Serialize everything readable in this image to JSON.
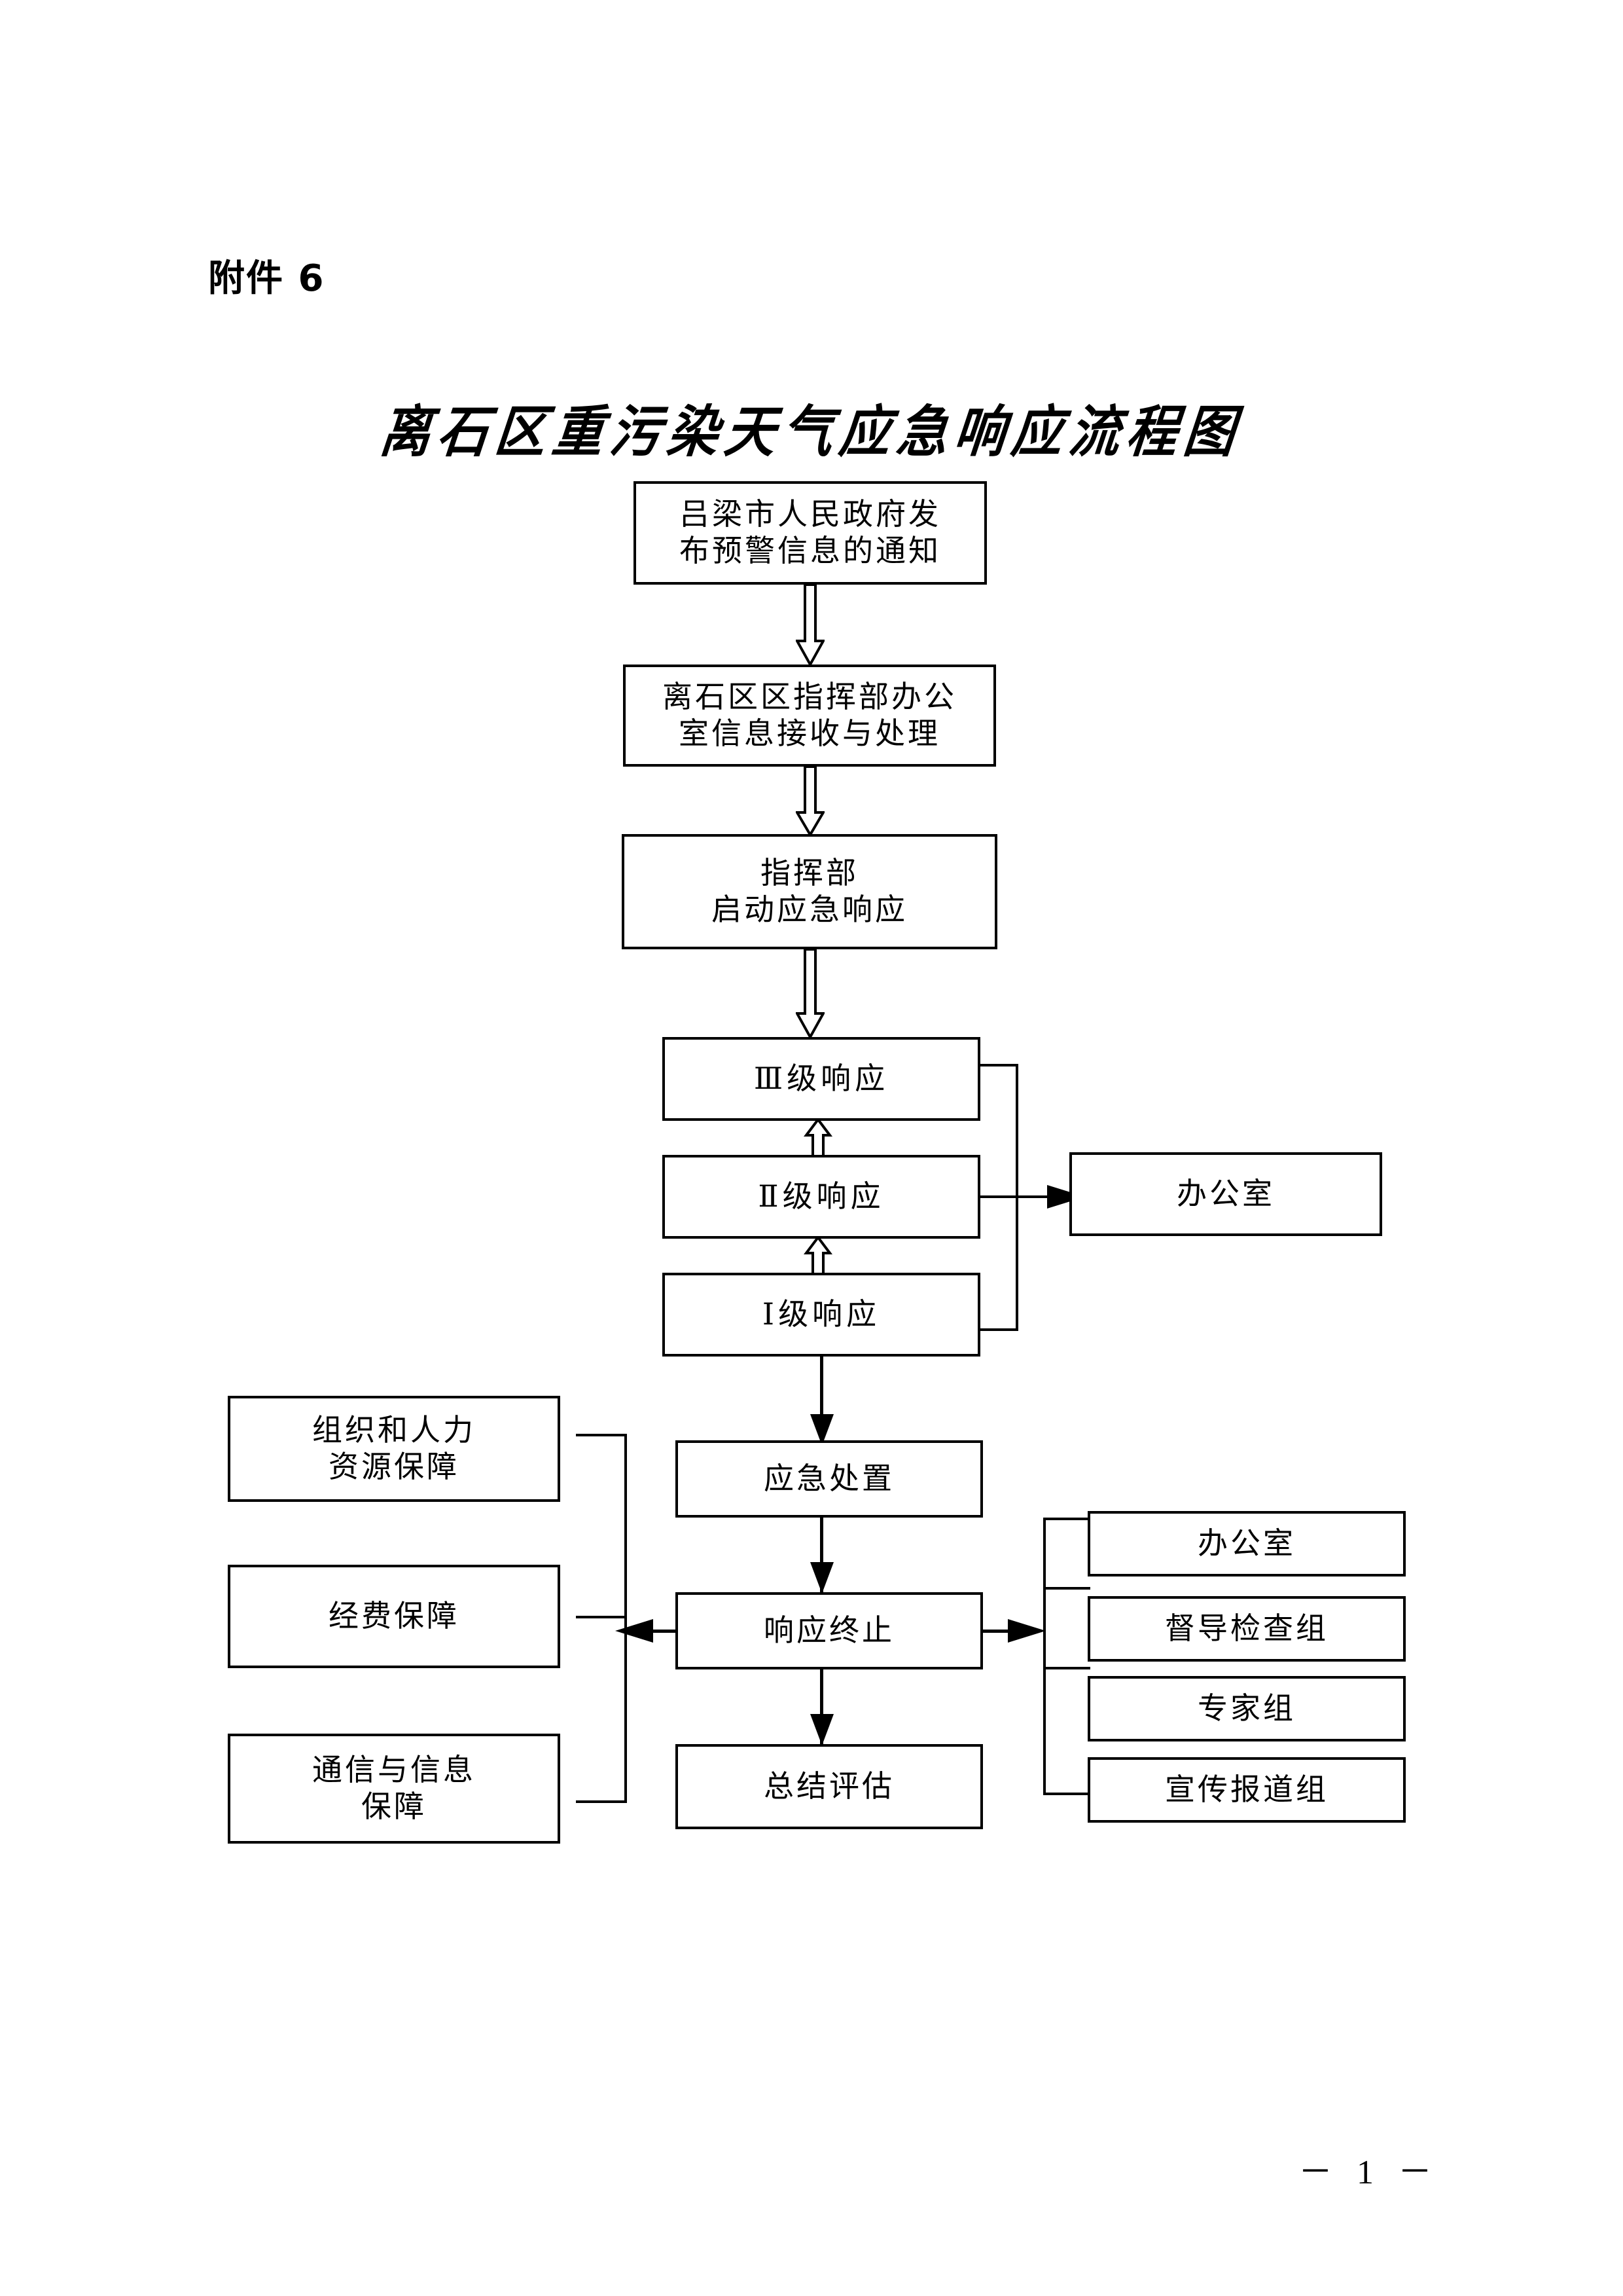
{
  "document": {
    "attachment_label": "附件 6",
    "title": "离石区重污染天气应急响应流程图",
    "page_footer": "－ 1 －",
    "line_color": "#000000",
    "background_color": "#ffffff"
  },
  "flow": {
    "main_chain": [
      {
        "id": "notice",
        "label": "吕梁市人民政府发\n布预警信息的通知"
      },
      {
        "id": "office-intake",
        "label": "离石区区指挥部办公\n室信息接收与处理"
      },
      {
        "id": "activate",
        "label": "指挥部\n启动应急响应"
      },
      {
        "id": "level-3",
        "label": "Ⅲ级响应"
      },
      {
        "id": "level-2",
        "label": "Ⅱ级响应"
      },
      {
        "id": "level-1",
        "label": "Ⅰ级响应"
      },
      {
        "id": "disposal",
        "label": "应急处置"
      },
      {
        "id": "terminate",
        "label": "响应终止"
      },
      {
        "id": "summary",
        "label": "总结评估"
      }
    ],
    "level_office": {
      "id": "level-office",
      "label": "办公室"
    },
    "support_boxes": [
      {
        "id": "support-hr",
        "label": "组织和人力\n资源保障"
      },
      {
        "id": "support-funds",
        "label": "经费保障"
      },
      {
        "id": "support-comms",
        "label": "通信与信息\n保障"
      }
    ],
    "group_boxes": [
      {
        "id": "group-office",
        "label": "办公室"
      },
      {
        "id": "group-inspection",
        "label": "督导检查组"
      },
      {
        "id": "group-experts",
        "label": "专家组"
      },
      {
        "id": "group-publicity",
        "label": "宣传报道组"
      }
    ]
  }
}
